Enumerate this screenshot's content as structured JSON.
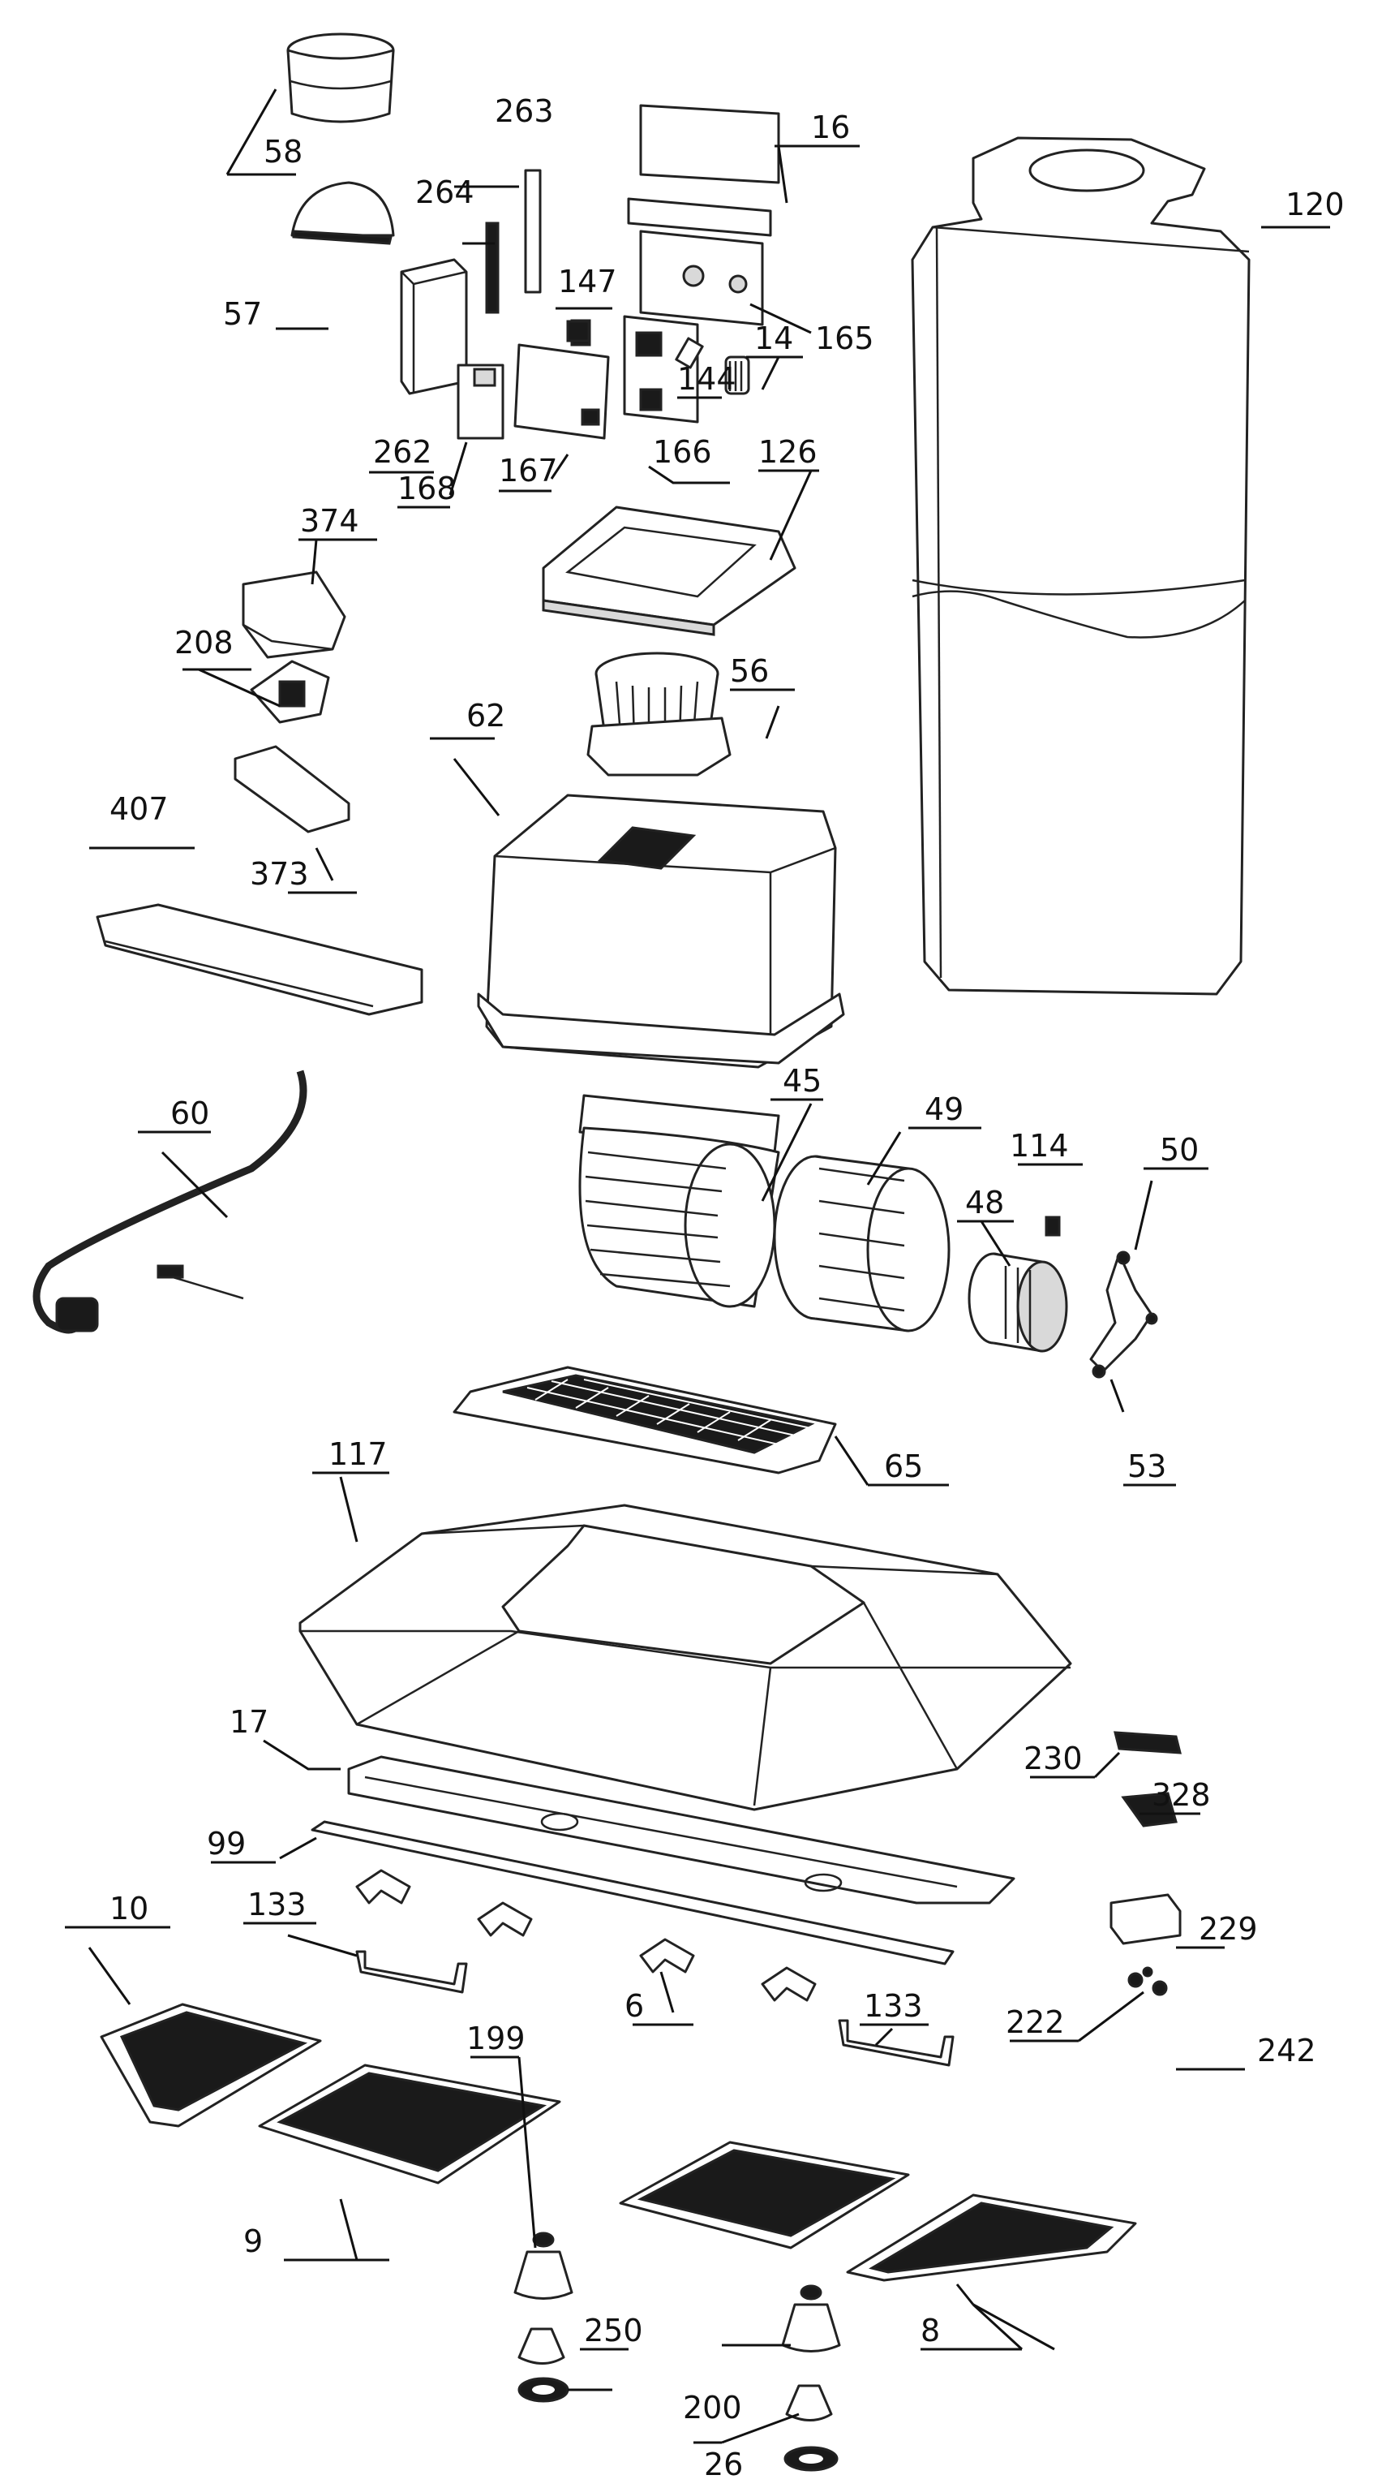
{
  "diagram": {
    "labels": {
      "p58": "58",
      "p263": "263",
      "p264": "264",
      "p16": "16",
      "p120": "120",
      "p57": "57",
      "p147": "147",
      "p165": "165",
      "p14": "14",
      "p144": "144",
      "p262": "262",
      "p168": "168",
      "p167": "167",
      "p166": "166",
      "p126": "126",
      "p374": "374",
      "p208": "208",
      "p56": "56",
      "p62": "62",
      "p407": "407",
      "p373": "373",
      "p60": "60",
      "p45": "45",
      "p49": "49",
      "p114": "114",
      "p50": "50",
      "p48": "48",
      "p117": "117",
      "p65": "65",
      "p53": "53",
      "p17": "17",
      "p230": "230",
      "p328": "328",
      "p99": "99",
      "p10": "10",
      "p133a": "133",
      "p229": "229",
      "p6": "6",
      "p133b": "133",
      "p222": "222",
      "p242": "242",
      "p199": "199",
      "p9": "9",
      "p250": "250",
      "p8": "8",
      "p200": "200",
      "p26": "26"
    }
  }
}
